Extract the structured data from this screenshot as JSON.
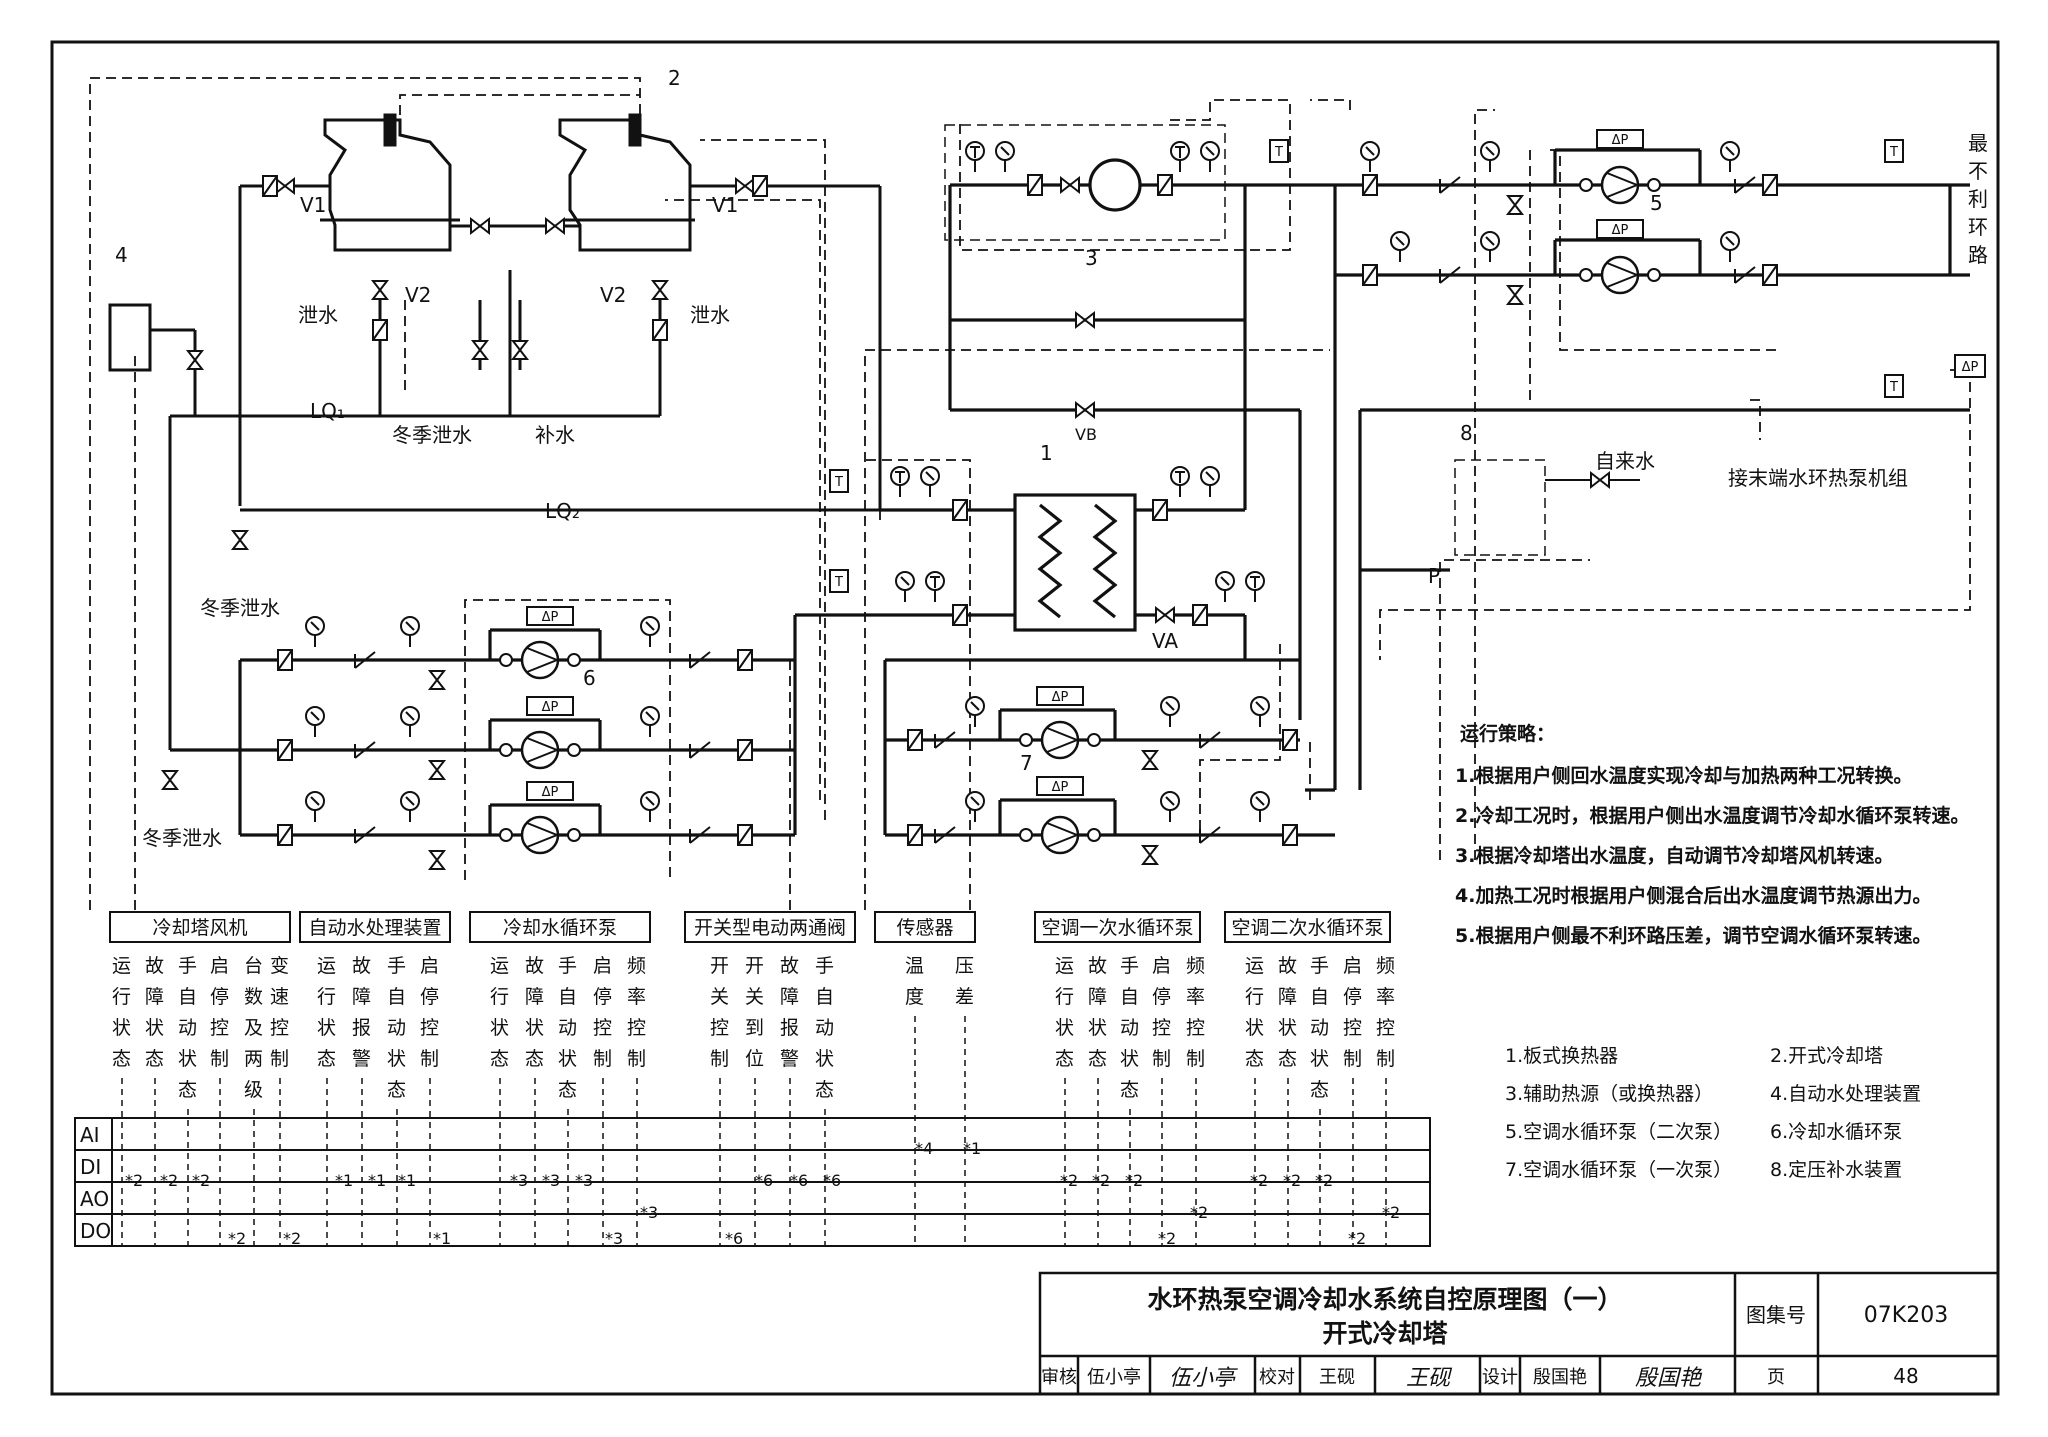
{
  "labels": {
    "n1": "1",
    "n2": "2",
    "n3": "3",
    "n4": "4",
    "n5": "5",
    "n6": "6",
    "n7": "7",
    "n8": "8",
    "v1": "V1",
    "v2": "V2",
    "vb": "VB",
    "va": "VA",
    "drain": "泄水",
    "winter_drain": "冬季泄水",
    "makeup": "补水",
    "lq1": "LQ₁",
    "lq2": "LQ₂",
    "tap_water": "自来水",
    "p": "P",
    "to_end": "接末端水环热泵机组",
    "worst_loop": [
      "最",
      "不",
      "利",
      "环",
      "路"
    ],
    "dp": "ΔP",
    "t": "T"
  },
  "strategy": {
    "title": "运行策略：",
    "items": [
      "1.根据用户侧回水温度实现冷却与加热两种工况转换。",
      "2.冷却工况时，根据用户侧出水温度调节冷却水循环泵转速。",
      "3.根据冷却塔出水温度，自动调节冷却塔风机转速。",
      "4.加热工况时根据用户侧混合后出水温度调节热源出力。",
      "5.根据用户侧最不利环路压差，调节空调水循环泵转速。"
    ]
  },
  "legend": [
    "1.板式换热器",
    "2.开式冷却塔",
    "3.辅助热源（或换热器）",
    "4.自动水处理装置",
    "5.空调水循环泵（二次泵）",
    "6.冷却水循环泵",
    "7.空调水循环泵（一次泵）",
    "8.定压补水装置"
  ],
  "groups": [
    {
      "title": "冷却塔风机",
      "cols": [
        "运行状态",
        "故障状态",
        "手自动状态",
        "启停控制",
        "台数及两级",
        "变速控制"
      ]
    },
    {
      "title": "自动水处理装置",
      "cols": [
        "运行状态",
        "故障报警",
        "手自动状态",
        "启停控制"
      ]
    },
    {
      "title": "冷却水循环泵",
      "cols": [
        "运行状态",
        "故障状态",
        "手自动状态",
        "启停控制",
        "频率控制"
      ]
    },
    {
      "title": "开关型电动两通阀",
      "cols": [
        "开关控制",
        "开关到位",
        "故障报警",
        "手自动状态"
      ]
    },
    {
      "title": "传感器",
      "cols": [
        "温度",
        "压差"
      ]
    },
    {
      "title": "空调一次水循环泵",
      "cols": [
        "运行状态",
        "故障状态",
        "手自动状态",
        "启停控制",
        "频率控制"
      ]
    },
    {
      "title": "空调二次水循环泵",
      "cols": [
        "运行状态",
        "故障状态",
        "手自动状态",
        "启停控制",
        "频率控制"
      ]
    }
  ],
  "io_rows": [
    "AI",
    "DI",
    "AO",
    "DO"
  ],
  "io_marks": [
    {
      "row": 1,
      "text": "*2"
    },
    {
      "row": 1,
      "text": "*2"
    },
    {
      "row": 1,
      "text": "*2"
    },
    {
      "row": 3,
      "text": "*2"
    },
    {
      "row": 3,
      "text": "*2"
    },
    {
      "row": 1,
      "text": "*1"
    },
    {
      "row": 1,
      "text": "*1"
    },
    {
      "row": 1,
      "text": "*1"
    },
    {
      "row": 3,
      "text": "*1"
    },
    {
      "row": 1,
      "text": "*3"
    },
    {
      "row": 1,
      "text": "*3"
    },
    {
      "row": 1,
      "text": "*3"
    },
    {
      "row": 3,
      "text": "*3"
    },
    {
      "row": 2,
      "text": "*3"
    },
    {
      "row": 3,
      "text": "*6"
    },
    {
      "row": 1,
      "text": "*6"
    },
    {
      "row": 1,
      "text": "*6"
    },
    {
      "row": 1,
      "text": "*6"
    },
    {
      "row": 0,
      "text": "*4"
    },
    {
      "row": 0,
      "text": "*1"
    },
    {
      "row": 1,
      "text": "*2"
    },
    {
      "row": 1,
      "text": "*2"
    },
    {
      "row": 1,
      "text": "*2"
    },
    {
      "row": 3,
      "text": "*2"
    },
    {
      "row": 2,
      "text": "*2"
    },
    {
      "row": 1,
      "text": "*2"
    },
    {
      "row": 1,
      "text": "*2"
    },
    {
      "row": 1,
      "text": "*2"
    },
    {
      "row": 3,
      "text": "*2"
    },
    {
      "row": 2,
      "text": "*2"
    }
  ],
  "title_block": {
    "title_line1": "水环热泵空调冷却水系统自控原理图（一）",
    "title_line2": "开式冷却塔",
    "atlas_label": "图集号",
    "atlas_no": "07K203",
    "review_label": "审核",
    "reviewer": "伍小亭",
    "reviewer_sign": "伍小亭",
    "check_label": "校对",
    "checker": "王砚",
    "checker_sign": "王砚",
    "design_label": "设计",
    "designer": "殷国艳",
    "designer_sign": "殷国艳",
    "page_label": "页",
    "page_no": "48"
  }
}
